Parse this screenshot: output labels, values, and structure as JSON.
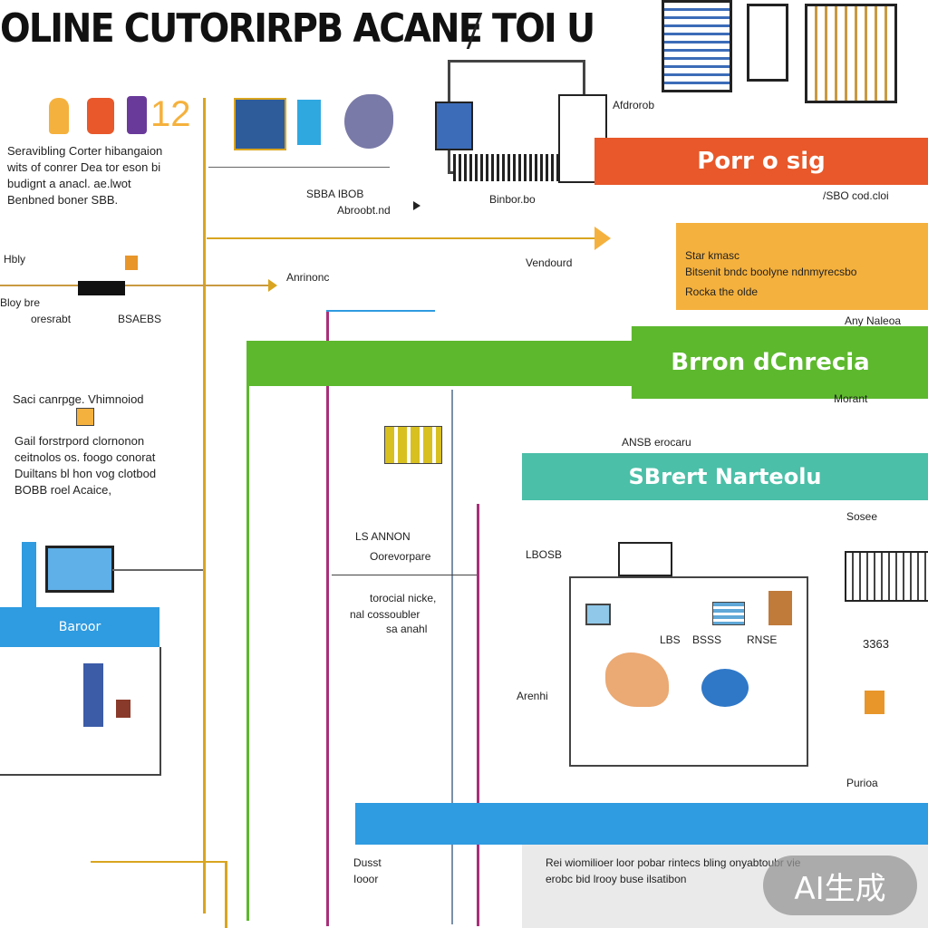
{
  "title": "OLINE CUTORIRPB ACANE TOI U",
  "left_logo_text": "12",
  "left_intro": [
    "Seravibling Corter hibangaion",
    "wits of conrer Dea tor eson bi",
    "budignt a anacl. ae.lwot",
    "Benbned boner SBB."
  ],
  "top_label_1": "SBBA IBOB",
  "top_label_1_sub": "Abroobt.nd",
  "top_machine_label": "Binbor.bo",
  "top_right_label": "Afdrorob",
  "orange_banner": "Porr o sig",
  "orange_banner_sub": "/SBO cod.cloi",
  "yellow_box_lines": [
    "Star kmasc",
    "Bitsenit bndc boolyne ndnmyrecsbo",
    "Rocka the olde"
  ],
  "yellow_box_sub": "Any Naleoa",
  "mid_right_label": "Vendourd",
  "left_mid_labels": {
    "a": "Hbly",
    "b": "Bloy bre",
    "c": "oresrabt",
    "d": "BSAEBS",
    "e": "Anrinonc"
  },
  "green_banner": "Brron dCnrecia",
  "green_banner_sub": "Morant",
  "left_block_lines": [
    "Saci canrpge. Vhimnoiod",
    "Gail forstrpord clornonon",
    "ceitnolos os. foogo conorat",
    "Duiltans bl hon vog clotbod",
    "BOBB roel Acaice,"
  ],
  "blue_left_banner": "Baroor",
  "center_labels": {
    "a": "LS ANNON",
    "b": "Oorevorpare",
    "c": "torocial nicke,",
    "d": "nal cossoubler",
    "e": "sa anahl"
  },
  "teal_banner": "SBrert Narteolu",
  "teal_banner_sub": "ANSB erocaru",
  "right_labels": {
    "a": "Sosee",
    "b": "3363",
    "c": "Purioa",
    "d": "LBOSB",
    "e": "Arenhi"
  },
  "panel_labels": [
    "LBS",
    "BSSS",
    "RNSE"
  ],
  "bottom_left_labels": [
    "Dusst",
    "Iooor"
  ],
  "bottom_text": [
    "Rei wiomilioer loor pobar rintecs bling onyabtoubr vie",
    "erobc bid lrooy buse ilsatibon"
  ],
  "watermark": "AI生成",
  "colors": {
    "orange": "#E8582A",
    "yellow": "#F5B13D",
    "green": "#5DB82E",
    "teal": "#4BBFA8",
    "blue": "#2F9BE0",
    "gold": "#D9A520",
    "magenta": "#A8307A"
  }
}
